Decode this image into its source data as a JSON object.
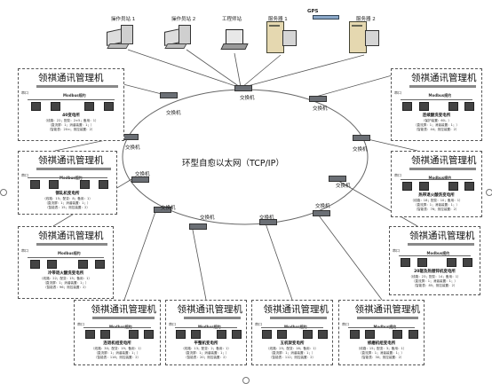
{
  "network": {
    "ring_label": "环型自愈以太网（TCP/IP）",
    "gps_label": "GPS",
    "switch_label": "交换机",
    "workstations": [
      {
        "id": "op1",
        "label": "操作员站 1"
      },
      {
        "id": "op2",
        "label": "操作员站 2"
      },
      {
        "id": "eng",
        "label": "工程师站"
      },
      {
        "id": "srv1",
        "label": "服务器 1"
      },
      {
        "id": "srv2",
        "label": "服务器 2"
      }
    ]
  },
  "station_common": {
    "manager_label": "领祺通讯管理机",
    "protocol_label": "Modbus规约",
    "port_label": "串口"
  },
  "stations": [
    {
      "id": "s1",
      "name": "40变电所",
      "stats1": "（线路：22；配变：2×5；备用：1）",
      "stats2": "（直流屏：1；消谐装置：1；）",
      "stats3": "（智能表：20×；测控装置：2）"
    },
    {
      "id": "s2",
      "name": "钢轧机变电所",
      "stats1": "（线路：15；配变：8；备用：1）",
      "stats2": "（直流屏：1；消谐装置：1；）",
      "stats3": "（智能表：15；测控装置：2）"
    },
    {
      "id": "s3",
      "name": "冷带退火酸洗变电所",
      "stats1": "（线路：22；配变：15；备用：1）",
      "stats2": "（直流屏：1；消谐装置：1；）",
      "stats3": "（智能表：96；测控装置：2）"
    },
    {
      "id": "s4",
      "name": "连退机组变电所",
      "stats1": "（线路：30；配变：19；备用：1）",
      "stats2": "（直流屏：1；消谐装置：1；）",
      "stats3": "（智能表：116；测控装置：2）"
    },
    {
      "id": "s5",
      "name": "平整机变电所",
      "stats1": "（线路：13；配变：2；备用：1）",
      "stats2": "（直流屏：1；消谐装置：1；）",
      "stats3": "（智能表：20；测控装置：2）"
    },
    {
      "id": "s6",
      "name": "五机架变电所",
      "stats1": "（线路：25；配变：16；备用：1）",
      "stats2": "（直流屏：1；消谐装置：1；）",
      "stats3": "（智能表：112；测控装置：2）"
    },
    {
      "id": "s7",
      "name": "修磨机组变电所",
      "stats1": "（线路：15；配变：3；备用：1）",
      "stats2": "（直流屏：1；消谐装置：1；）",
      "stats3": "（智能表：30；测控装置：2）"
    },
    {
      "id": "s8",
      "name": "20辊及热镀锌机变电所",
      "stats1": "（线路：23；配变：14；备用：1）",
      "stats2": "（直流屏：1；消谐装置：1；）",
      "stats3": "（智能表：85；测控装置：2）"
    },
    {
      "id": "s9",
      "name": "热带退火酸洗变电所",
      "stats1": "（线路：18；配变：10；备用：1）",
      "stats2": "（直流屏：1；消谐装置：1；）",
      "stats3": "（智能表：76；测控装置：2）"
    },
    {
      "id": "s10",
      "name": "连续酸洗变电所",
      "stats1": "（保护装置：60；）",
      "stats2": "（直流屏：1；消谐装置：1；）",
      "stats3": "（智能表：44；测控装置：2）"
    }
  ]
}
